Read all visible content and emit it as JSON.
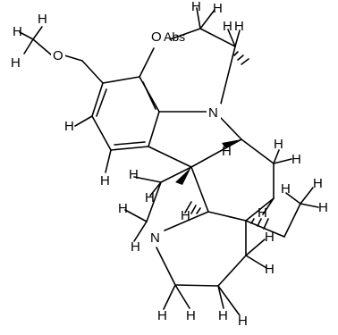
{
  "molecule": {
    "stereo_flag": "Abs",
    "atom_labels": {
      "oxygen_methoxy": "O",
      "oxygen_ring": "O",
      "nitrogen_indoline": "N",
      "nitrogen_amine": "N"
    },
    "hydrogen_label": "H"
  },
  "colors": {
    "bond": "#000000",
    "background": "#ffffff"
  }
}
